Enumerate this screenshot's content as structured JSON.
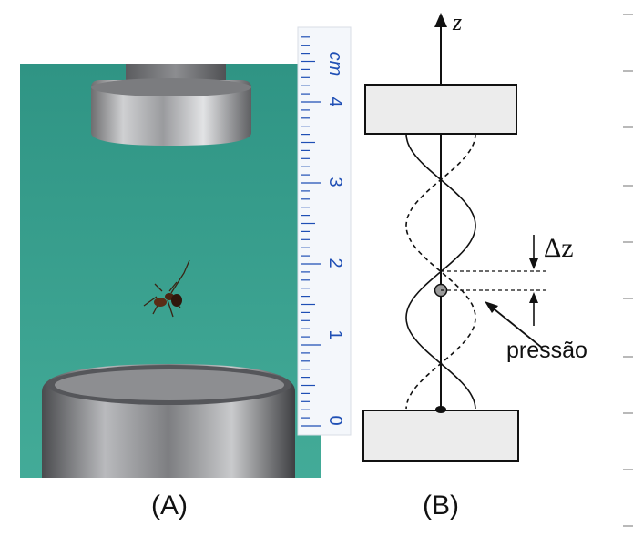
{
  "panels": {
    "a_label": "(A)",
    "b_label": "(B)"
  },
  "photo": {
    "ruler_unit": "cm",
    "ruler_ticks": [
      "0",
      "1",
      "2",
      "3",
      "4"
    ],
    "background_color": "#3aa190",
    "ruler_color": "#1f4fb5"
  },
  "diagram": {
    "axis_label": "z",
    "delta_label": "Δz",
    "pressure_label": "pressão"
  }
}
